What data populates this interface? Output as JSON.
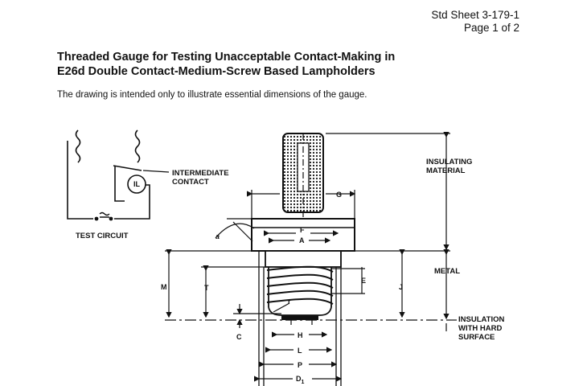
{
  "header": {
    "sheet_number": "Std Sheet 3-179-1",
    "page": "Page 1 of 2"
  },
  "title": {
    "line1": "Threaded Gauge for Testing Unacceptable Contact-Making in",
    "line2": "E26d Double Contact-Medium-Screw Based Lampholders"
  },
  "note": "The drawing is intended only to illustrate essential dimensions of the gauge.",
  "circuit": {
    "caption": "TEST CIRCUIT",
    "lamp_label": "IL",
    "contact_label_1": "INTERMEDIATE",
    "contact_label_2": "CONTACT"
  },
  "labels": {
    "insulating_1": "INSULATING",
    "insulating_2": "MATERIAL",
    "metal": "METAL",
    "insulation_1": "INSULATION",
    "insulation_2": "WITH HARD",
    "insulation_3": "SURFACE"
  },
  "dimensions": {
    "G": "G",
    "F": "F",
    "A": "A",
    "a": "a",
    "M": "M",
    "T": "T",
    "E": "E",
    "J": "J",
    "r": "r",
    "C": "C",
    "H": "H",
    "L": "L",
    "P": "P",
    "D1": "D",
    "D1_sub": "1"
  }
}
